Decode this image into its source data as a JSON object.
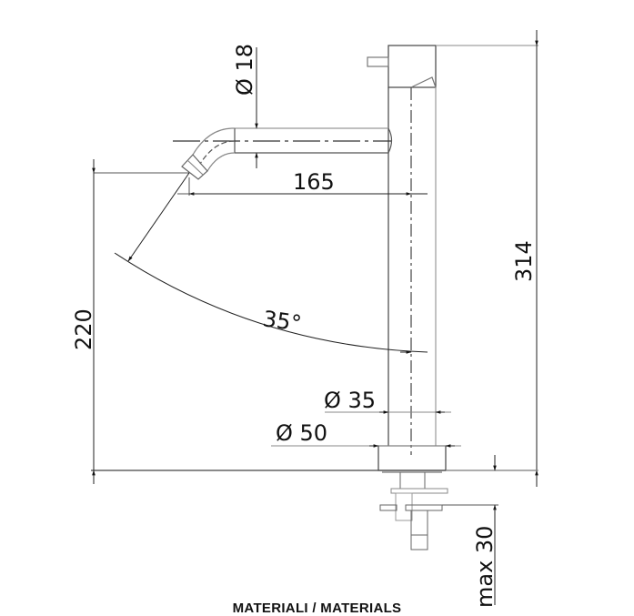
{
  "drawing": {
    "type": "technical-drawing",
    "subject": "tall single-lever basin mixer side elevation",
    "dimensions": {
      "spout_diameter": "Ø 18",
      "spout_reach": "165",
      "spout_angle": "35°",
      "height_to_outlet": "220",
      "total_height": "314",
      "body_diameter": "Ø 35",
      "base_diameter": "Ø 50",
      "max_deck_thickness": "max 30"
    },
    "colors": {
      "line": "#333333",
      "light_line": "#999999",
      "text": "#111111",
      "background": "#ffffff"
    }
  },
  "footer": {
    "section_title": "MATERIALI / MATERIALS"
  }
}
